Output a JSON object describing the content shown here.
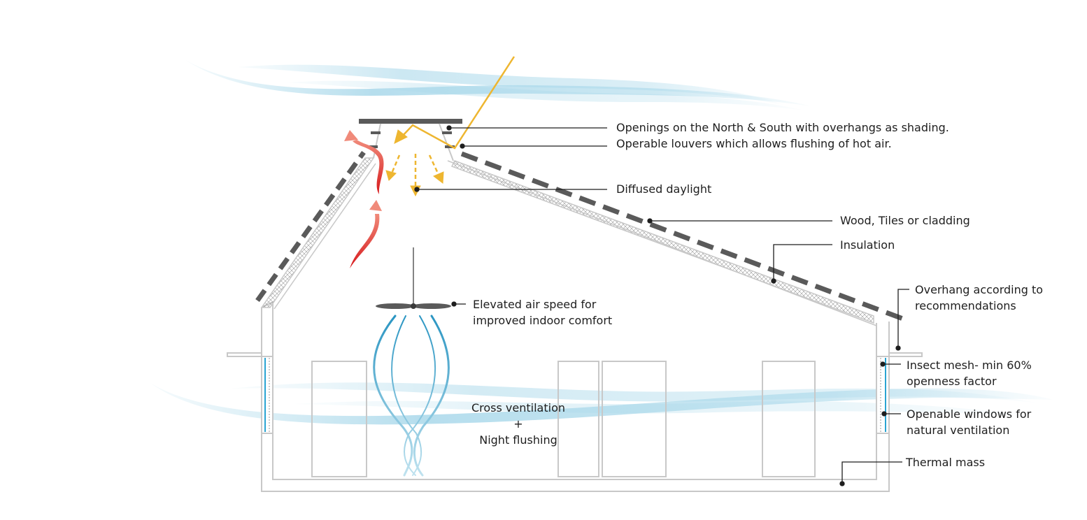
{
  "labels": {
    "openings": "Openings on the North & South with overhangs as shading.",
    "louvers": "Operable louvers which allows flushing of hot air.",
    "daylight": "Diffused daylight",
    "wood": "Wood, Tiles or cladding",
    "insulation": "Insulation",
    "overhang_1": "Overhang according to",
    "overhang_2": "recommendations",
    "fan_1": "Elevated air speed for",
    "fan_2": "improved indoor comfort",
    "mesh_1": "Insect mesh- min 60%",
    "mesh_2": "openness factor",
    "windows_1": "Openable windows for",
    "windows_2": "natural ventilation",
    "thermal": "Thermal mass",
    "cross_1": "Cross ventilation",
    "cross_2": "+",
    "cross_3": "Night flushing"
  },
  "colors": {
    "wall": "#c8c8c8",
    "roof_tile": "#5a5a5a",
    "leader": "#1e1e1e",
    "sun": "#eeb630",
    "hot_air": "#e0443c",
    "breeze": "#a9d8ea",
    "fan_flow": "#3a9fc7",
    "glass": "#2aa4d2"
  },
  "icons": [
    "sun-ray-icon",
    "hot-air-arrow-icon",
    "ceiling-fan-icon",
    "breeze-icon"
  ]
}
